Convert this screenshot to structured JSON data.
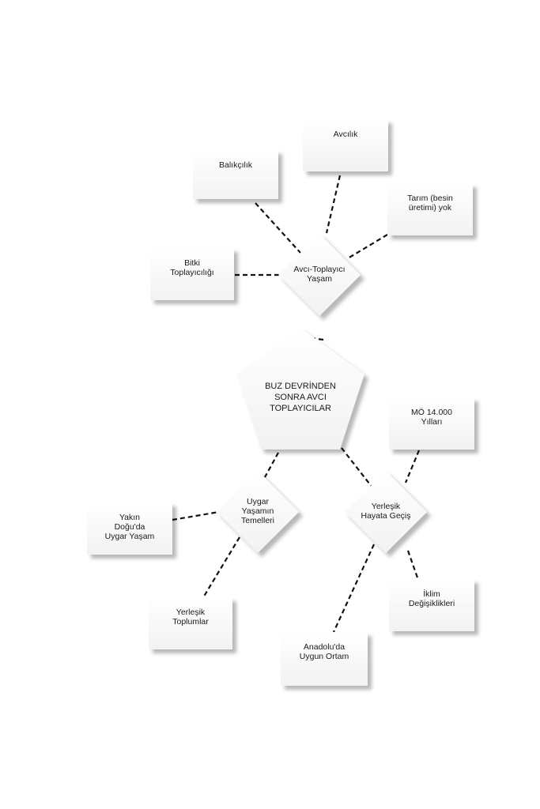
{
  "center": {
    "lines": [
      "BUZ DEVRİNDEN",
      "SONRA AVCI",
      "TOPLAYICILAR"
    ]
  },
  "hubs": [
    {
      "id": "avci",
      "lines": [
        "Avcı-Toplayıcı",
        "Yaşam"
      ]
    },
    {
      "id": "uygar",
      "lines": [
        "Uygar",
        "Yaşamın",
        "Temelleri"
      ]
    },
    {
      "id": "yerlesik",
      "lines": [
        "Yerleşik",
        "Hayata Geçiş"
      ]
    }
  ],
  "boxes": [
    {
      "id": "balikcilik",
      "hub": "avci",
      "lines": [
        "Balıkçılık"
      ]
    },
    {
      "id": "avcilik",
      "hub": "avci",
      "lines": [
        "Avcılık"
      ]
    },
    {
      "id": "tarim",
      "hub": "avci",
      "lines": [
        "Tarım (besin",
        "üretimi) yok"
      ]
    },
    {
      "id": "bitki",
      "hub": "avci",
      "lines": [
        "Bitki",
        "Toplayıcılığı"
      ]
    },
    {
      "id": "yakin-dogu",
      "hub": "uygar",
      "lines": [
        "Yakın",
        "Doğu'da",
        "Uygar Yaşam"
      ]
    },
    {
      "id": "toplumlar",
      "hub": "uygar",
      "lines": [
        "Yerleşik",
        "Toplumlar"
      ]
    },
    {
      "id": "mo",
      "hub": "yerlesik",
      "lines": [
        "MÖ 14.000",
        "Yılları"
      ]
    },
    {
      "id": "iklim",
      "hub": "yerlesik",
      "lines": [
        "İklim",
        "Değişiklikleri"
      ]
    },
    {
      "id": "anadolu",
      "hub": "yerlesik",
      "lines": [
        "Anadolu'da",
        "Uygun Ortam"
      ]
    }
  ]
}
